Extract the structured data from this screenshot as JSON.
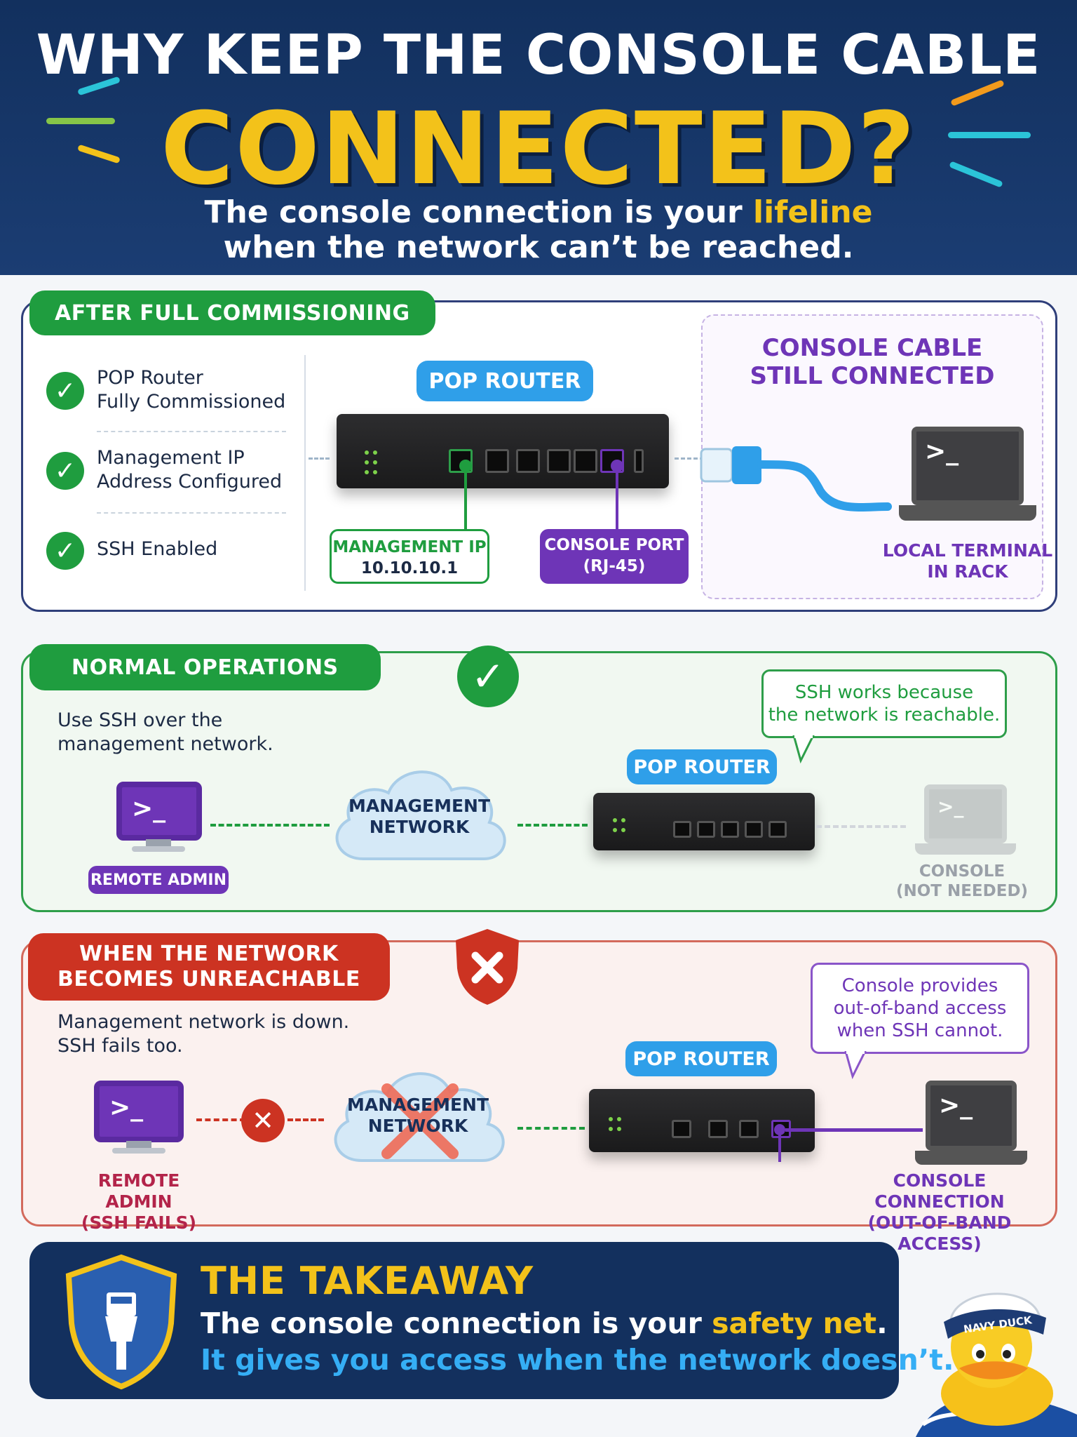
{
  "header": {
    "title_line1": "WHY KEEP THE CONSOLE CABLE",
    "title_line2": "CONNECTED?",
    "subtitle_a": "The console connection is your ",
    "subtitle_highlight": "lifeline",
    "subtitle_b": "when the network can’t be reached."
  },
  "section1": {
    "banner": "AFTER FULL COMMISSIONING",
    "checks": [
      {
        "line1": "POP Router",
        "line2": "Fully Commissioned"
      },
      {
        "line1": "Management IP",
        "line2": "Address Configured"
      },
      {
        "line1": "SSH Enabled",
        "line2": ""
      }
    ],
    "router_label": "POP ROUTER",
    "mgmt_label": "MANAGEMENT IP",
    "mgmt_ip": "10.10.10.1",
    "console_port_label": "CONSOLE PORT",
    "console_port_type": "(RJ-45)",
    "cable_title_1": "CONSOLE CABLE",
    "cable_title_2": "STILL CONNECTED",
    "terminal_label_1": "LOCAL TERMINAL",
    "terminal_label_2": "IN RACK",
    "prompt": ">_"
  },
  "section2": {
    "banner": "NORMAL OPERATIONS",
    "desc_1": "Use SSH over the",
    "desc_2": "management network.",
    "admin_label": "REMOTE ADMIN",
    "cloud_1": "MANAGEMENT",
    "cloud_2": "NETWORK",
    "router_label": "POP ROUTER",
    "callout_1": "SSH works because",
    "callout_2": "the network is reachable.",
    "console_label_1": "CONSOLE",
    "console_label_2": "(NOT NEEDED)",
    "prompt": ">_"
  },
  "section3": {
    "banner_1": "WHEN THE NETWORK",
    "banner_2": "BECOMES UNREACHABLE",
    "desc_1": "Management network is down.",
    "desc_2": "SSH fails too.",
    "admin_label_1": "REMOTE ADMIN",
    "admin_label_2": "(SSH FAILS)",
    "cloud_1": "MANAGEMENT",
    "cloud_2": "NETWORK",
    "router_label": "POP ROUTER",
    "callout_1": "Console provides",
    "callout_2": "out-of-band access",
    "callout_3": "when SSH cannot.",
    "console_label_1": "CONSOLE CONNECTION",
    "console_label_2": "(OUT-OF-BAND ACCESS)",
    "prompt": ">_"
  },
  "takeaway": {
    "title": "THE TAKEAWAY",
    "line1_a": "The console connection is your ",
    "line1_highlight": "safety net",
    "line1_b": ".",
    "line2": "It gives you access when the network doesn’t."
  },
  "mascot": {
    "cap_text": "NAVY DUCK"
  },
  "colors": {
    "navy": "#13305e",
    "yellow": "#f3c21a",
    "green": "#1f9d3f",
    "purple": "#6e35b7",
    "blue": "#2f9fe9",
    "red": "#cc3322"
  }
}
